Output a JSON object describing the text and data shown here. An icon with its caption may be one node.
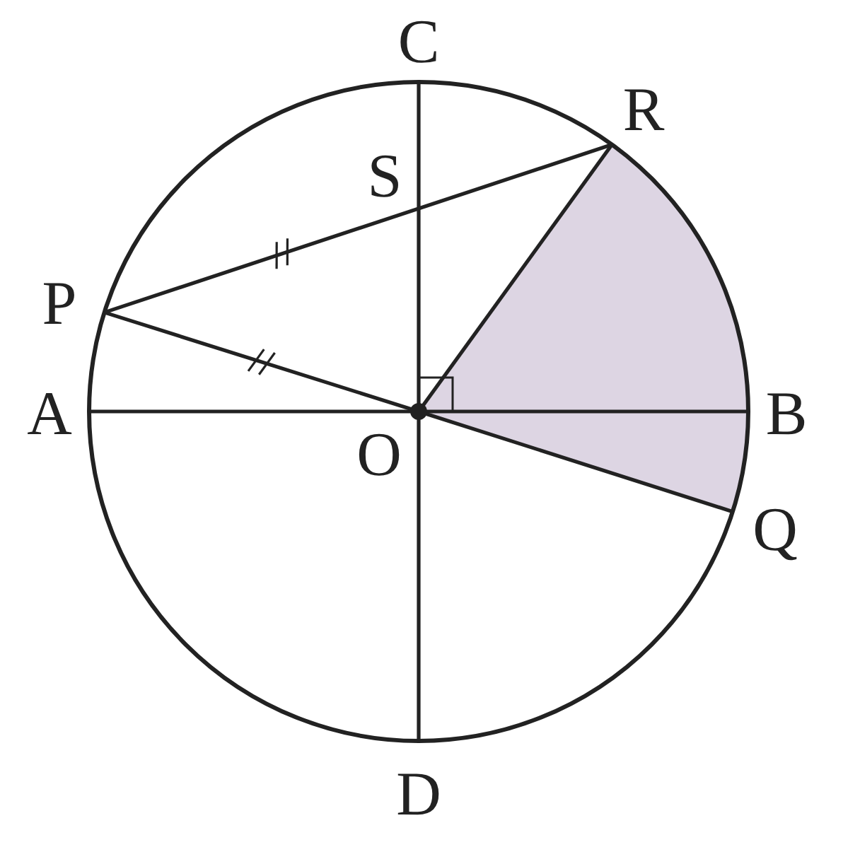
{
  "diagram": {
    "labels": [
      "C",
      "R",
      "S",
      "P",
      "A",
      "O",
      "B",
      "Q",
      "D"
    ]
  }
}
